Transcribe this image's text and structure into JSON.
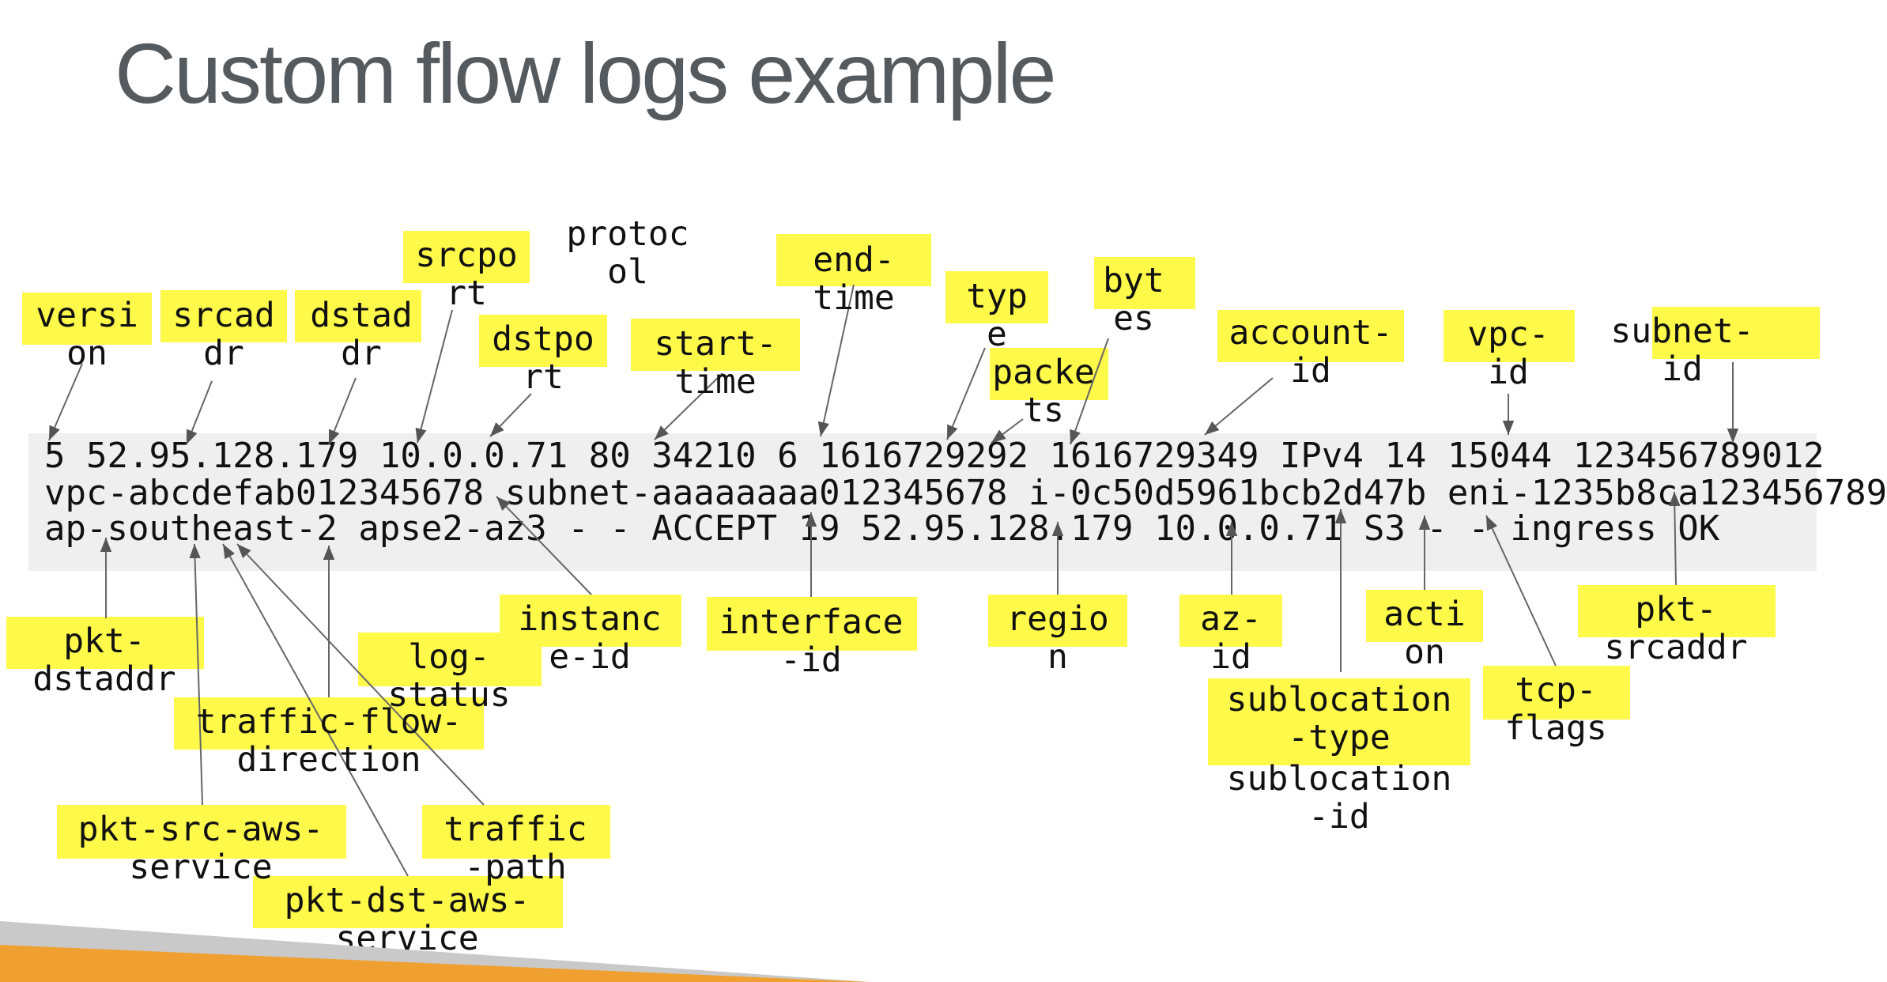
{
  "title": "Custom flow logs example",
  "log": {
    "lines": [
      "5 52.95.128.179 10.0.0.71 80 34210 6 1616729292 1616729349 IPv4 14 15044 123456789012",
      "vpc-abcdefab012345678 subnet-aaaaaaaa012345678 i-0c50d5961bcb2d47b eni-1235b8ca123456789",
      "ap-southeast-2 apse2-az3 - - ACCEPT 19 52.95.128.179 10.0.0.71 S3 - - ingress OK"
    ]
  },
  "labels": {
    "version": [
      "versi",
      "on"
    ],
    "srcaddr": [
      "srcad",
      "dr"
    ],
    "dstaddr": [
      "dstad",
      "dr"
    ],
    "srcport": [
      "srcpo",
      "rt"
    ],
    "protocol": [
      "protoc",
      "ol"
    ],
    "dstport": [
      "dstpo",
      "rt"
    ],
    "start": [
      "start-",
      "time"
    ],
    "end": [
      "end-",
      "time"
    ],
    "type": [
      "typ",
      "e"
    ],
    "packets": [
      "packe",
      "ts"
    ],
    "bytes": [
      "byt",
      "es"
    ],
    "account": [
      "account-",
      "id"
    ],
    "vpc": [
      "vpc-",
      "id"
    ],
    "subnet": [
      "subnet-",
      "id"
    ],
    "pkt_dstaddr": [
      "pkt-",
      "dstaddr"
    ],
    "instance": [
      "instanc",
      "e-id"
    ],
    "log_status": [
      "log-",
      "status"
    ],
    "traffic_flow": [
      "traffic-flow-",
      "direction"
    ],
    "pkt_src_aws": [
      "pkt-src-aws-",
      "service"
    ],
    "traffic_path": [
      "traffic",
      "-path"
    ],
    "pkt_dst_aws": [
      "pkt-dst-aws-",
      "service"
    ],
    "interface": [
      "interface",
      "-id"
    ],
    "region": [
      "regio",
      "n"
    ],
    "az": [
      "az-",
      "id"
    ],
    "sublocation_type": [
      "sublocation",
      "-type"
    ],
    "sublocation_id": [
      "sublocation",
      "-id"
    ],
    "action": [
      "acti",
      "on"
    ],
    "tcp_flags": [
      "tcp-",
      "flags"
    ],
    "pkt_srcaddr": [
      "pkt-",
      "srcaddr"
    ]
  },
  "colors": {
    "highlight": "#fff94a",
    "log_background": "#efefef",
    "title": "#555a5e",
    "accent_orange": "#f0a030",
    "accent_grey": "#c9c9c9"
  }
}
